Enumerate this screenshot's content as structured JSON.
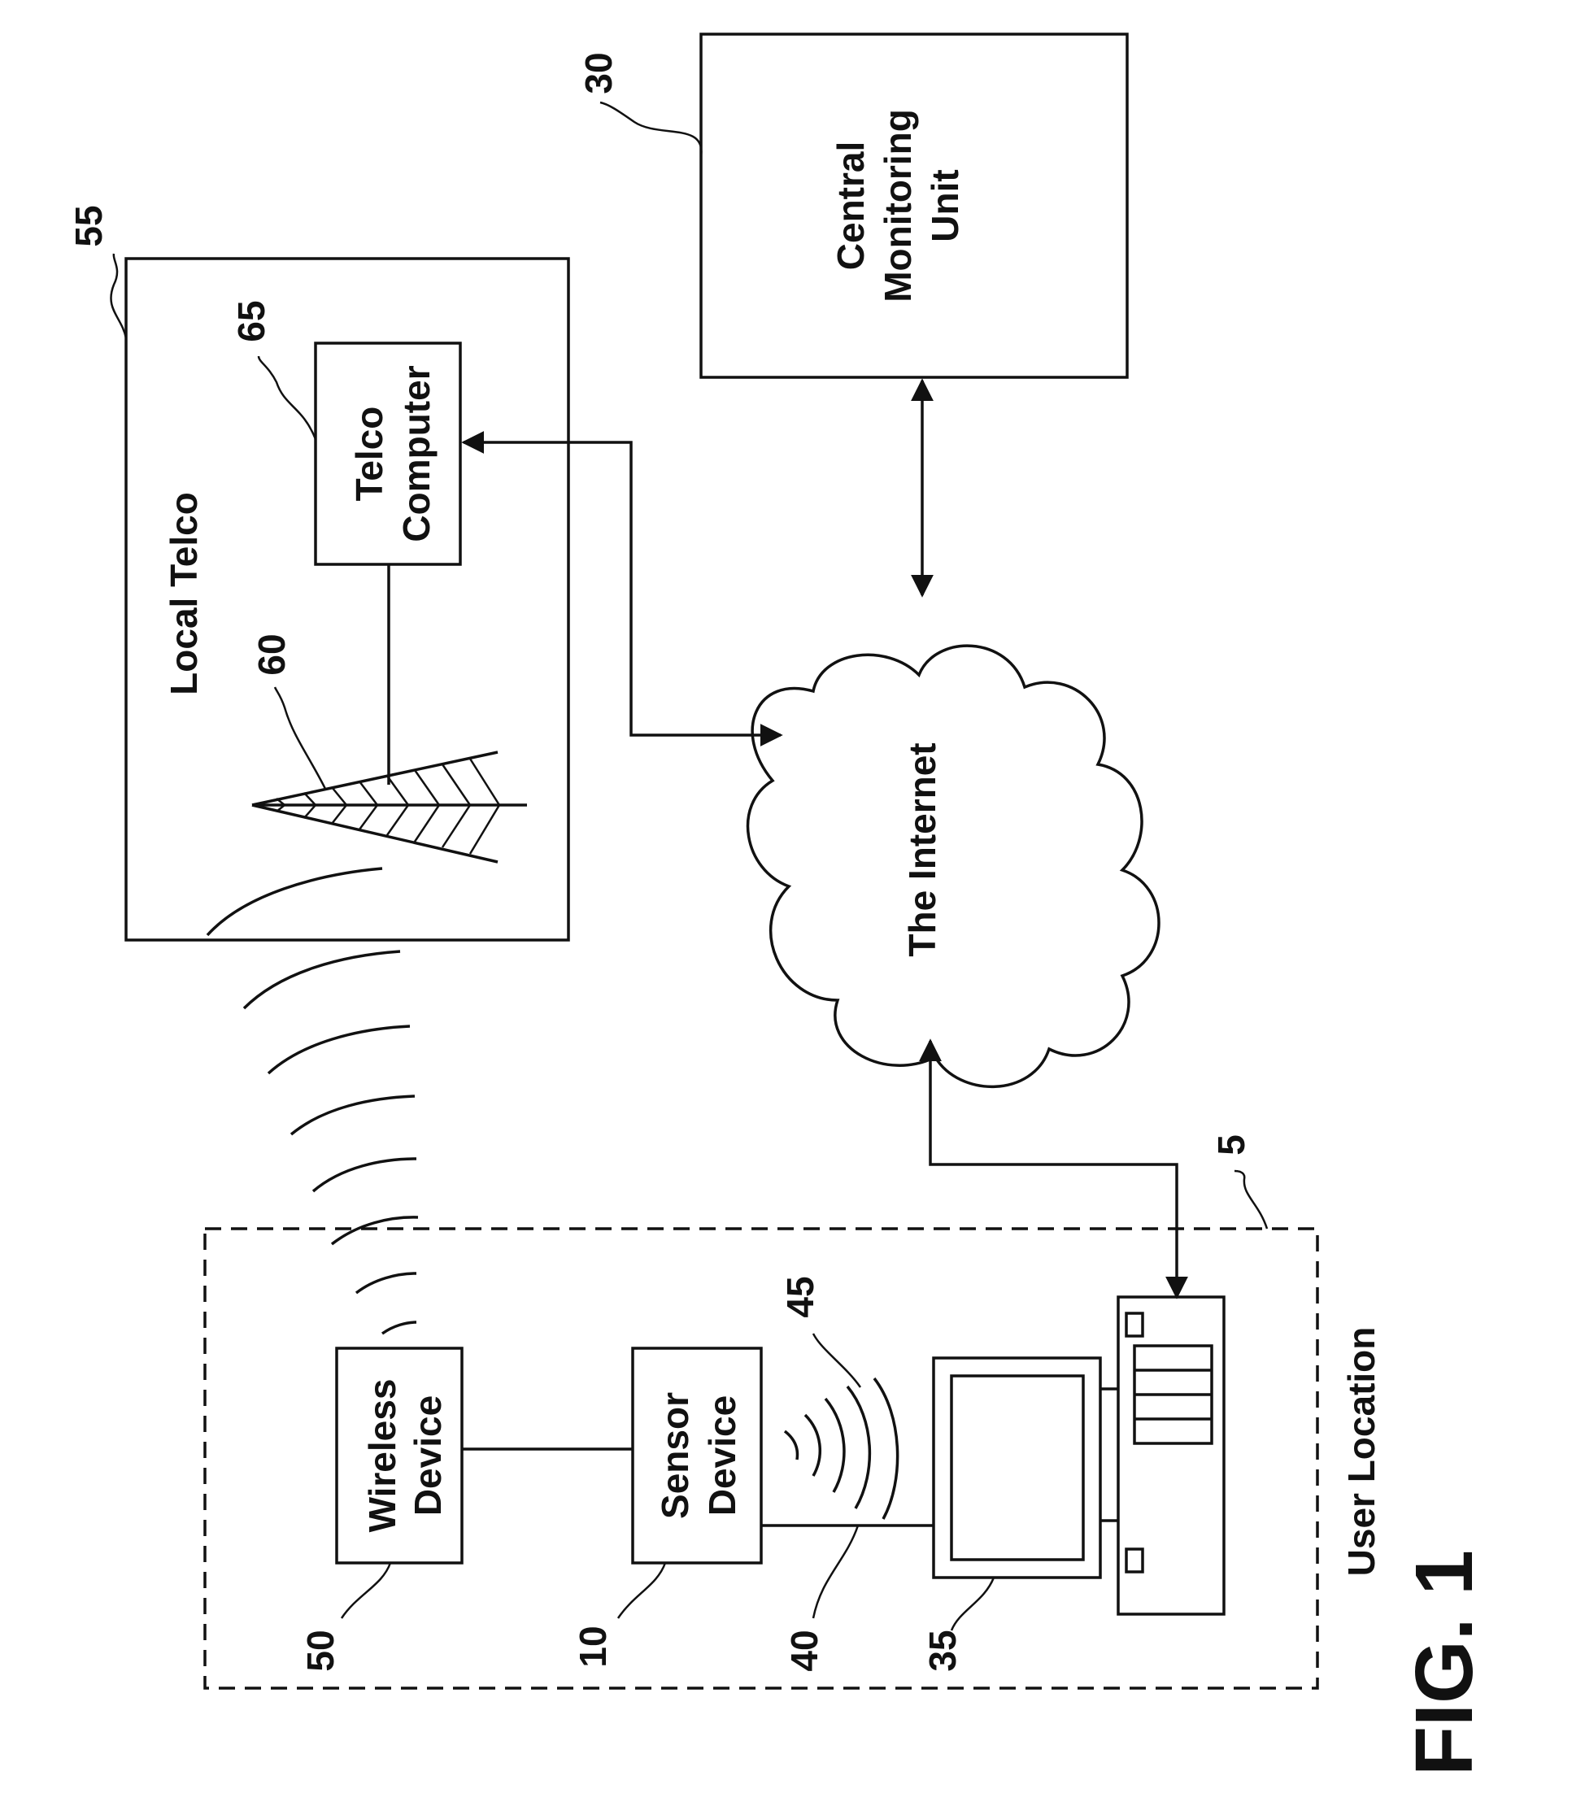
{
  "diagram": {
    "figure_label": "FIG. 1",
    "nodes": {
      "central_monitoring_unit": {
        "lines": [
          "Central",
          "Monitoring",
          "Unit"
        ],
        "ref": "30"
      },
      "local_telco": {
        "label": "Local Telco",
        "ref": "55"
      },
      "telco_computer": {
        "lines": [
          "Telco",
          "Computer"
        ],
        "ref": "65"
      },
      "tower": {
        "ref": "60"
      },
      "internet": {
        "label": "The Internet"
      },
      "user_location": {
        "label": "User Location",
        "ref": "5"
      },
      "wireless_device": {
        "lines": [
          "Wireless",
          "Device"
        ],
        "ref": "50"
      },
      "sensor_device": {
        "lines": [
          "Sensor",
          "Device"
        ],
        "ref": "10"
      },
      "cable": {
        "ref": "40"
      },
      "wireless_link": {
        "ref": "45"
      },
      "personal_computer": {
        "ref": "35"
      }
    },
    "edges": [
      {
        "from": "central_monitoring_unit",
        "to": "internet",
        "style": "bidirectional-arrow"
      },
      {
        "from": "telco_computer",
        "to": "internet",
        "style": "bidirectional-arrow"
      },
      {
        "from": "personal_computer",
        "to": "internet",
        "style": "bidirectional-arrow"
      },
      {
        "from": "tower",
        "to": "telco_computer",
        "style": "line"
      },
      {
        "from": "wireless_device",
        "to": "sensor_device",
        "style": "line"
      },
      {
        "from": "sensor_device",
        "to": "personal_computer",
        "style": "line"
      },
      {
        "from": "wireless_device",
        "to": "tower",
        "style": "radio-waves"
      },
      {
        "from": "sensor_device",
        "to": "personal_computer",
        "style": "radio-waves"
      }
    ]
  }
}
